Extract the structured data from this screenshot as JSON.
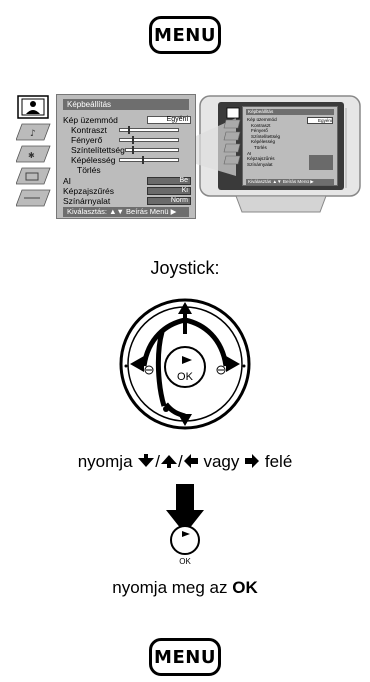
{
  "top_menu_key": {
    "label": "MENU"
  },
  "osd": {
    "title": "Képbeállítás",
    "rows": [
      {
        "label": "Kép üzemmód",
        "value": "Egyéni"
      },
      {
        "label": "Kontraszt"
      },
      {
        "label": "Fényerő"
      },
      {
        "label": "Színtelítettség"
      },
      {
        "label": "Képélesség"
      },
      {
        "label": "Törlés"
      },
      {
        "label": "AI",
        "value": "Be"
      },
      {
        "label": "Képzajszűrés",
        "value": "Ki"
      },
      {
        "label": "Színárnyalat",
        "value": "Norm"
      }
    ],
    "footer": "Kiválasztás: ▲▼   Beírás Menü ▶"
  },
  "tv_osd": {
    "title": "Képbeállítás",
    "rows": [
      "Kép üzemmód",
      "Kontraszt",
      "Fényerő",
      "Színtelítettség",
      "Képélesség",
      "Törlés",
      "AI",
      "Képzajszűrés",
      "Színárnyalat"
    ],
    "value": "Egyéni",
    "footer": "Kiválasztás ▲▼   Beírás Menü ▶"
  },
  "joystick": {
    "title": "Joystick:",
    "ok_label": "OK"
  },
  "instruction_1": {
    "prefix": "nyomja",
    "sep": "/",
    "mid": "vagy",
    "suffix": "felé"
  },
  "ok_press": {
    "ok_label": "OK"
  },
  "instruction_2": {
    "text": "nyomja meg az",
    "bold": "OK"
  },
  "bottom_menu_key": {
    "label": "MENU"
  }
}
